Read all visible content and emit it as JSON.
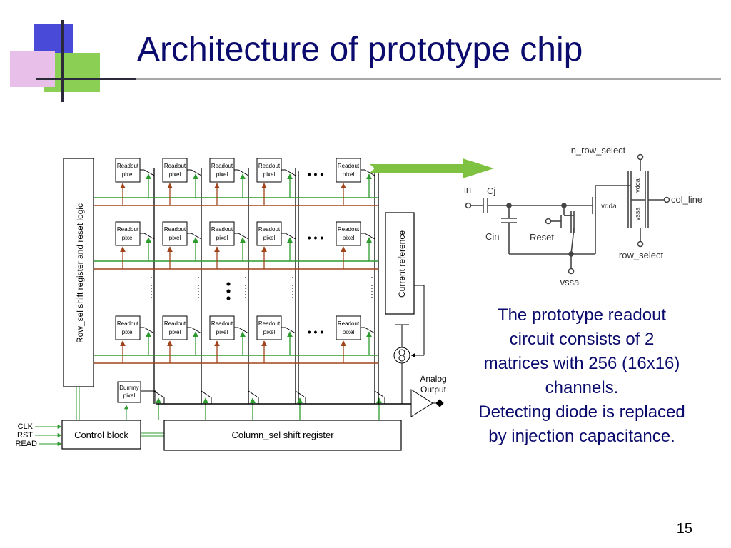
{
  "slide": {
    "title": "Architecture of prototype chip",
    "page_number": "15",
    "description_lines": [
      "The prototype readout",
      "circuit consists of 2",
      "matrices with 256 (16x16)",
      "channels.",
      "Detecting diode is replaced",
      "by injection capacitance."
    ]
  },
  "architecture": {
    "pixel_label_line1": "Readout",
    "pixel_label_line2": "pixel",
    "dummy_line1": "Dummy",
    "dummy_line2": "pixel",
    "row_sel_label": "Row_sel shift register and reset logic",
    "current_reference_label": "Current reference",
    "analog_output_line1": "Analog",
    "analog_output_line2": "Output",
    "control_block_label": "Control block",
    "column_sel_label": "Column_sel shift register",
    "inputs": [
      "CLK",
      "RST",
      "READ"
    ],
    "ellipsis": "• • •"
  },
  "schematic": {
    "n_row_select": "n_row_select",
    "in": "in",
    "cj": "Cj",
    "cin": "Cin",
    "reset": "Reset",
    "vdda": "vdda",
    "vdda_rot": "vdda",
    "vssa_rot": "vssa",
    "col_line": "col_line",
    "row_select": "row_select",
    "vssa": "vssa"
  },
  "colors": {
    "title": "#0b0b6e",
    "green_line": "#2e9b2e",
    "brown_line": "#a0441c",
    "arrow_fill": "#7fc241"
  }
}
